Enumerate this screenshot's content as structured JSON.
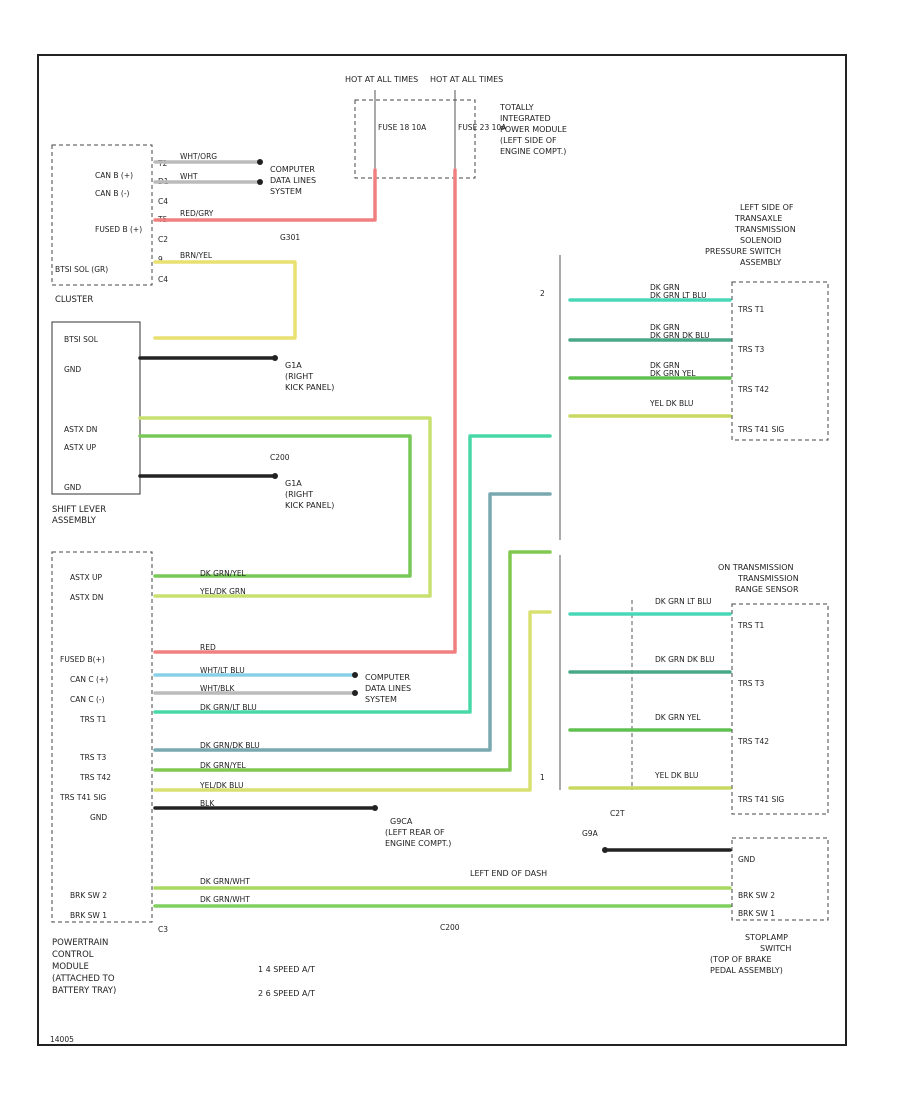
{
  "colors": {
    "red": "#f08080",
    "yellow": "#e8e070",
    "lime": "#a8d848",
    "green": "#58c058",
    "teal": "#48c8a8",
    "light_blue": "#88d0e8",
    "gray_blue": "#78a8b0",
    "black": "#222222"
  },
  "power": {
    "hot1": "HOT AT ALL TIMES",
    "hot2": "HOT AT ALL TIMES",
    "fuse1": "FUSE 18 10A",
    "fuse2": "FUSE 23 10A",
    "tipm": "TOTALLY INTEGRATED POWER MODULE (LEFT SIDE OF ENGINE COMPT.)"
  },
  "cluster": {
    "name": "CLUSTER",
    "sub": "BTSI SOL (GR)",
    "pins": [
      "CAN B (+)",
      "CAN B (-)",
      "FUSED B (+)"
    ],
    "wire_labels": [
      "WHT/ORG",
      "WHT",
      "RED/GRY",
      "BRN/YEL"
    ],
    "computer_data": "COMPUTER DATA LINES SYSTEM"
  },
  "shift_lever": {
    "name": "SHIFT LEVER ASSEMBLY",
    "pins": [
      "BTSI SOL",
      "GND",
      "ASTX DN",
      "ASTX UP",
      "GND"
    ],
    "g1": "G1A (RIGHT KICK PANEL)",
    "g2": "G1A (RIGHT KICK PANEL)"
  },
  "pressure_switch": {
    "name": "LEFT SIDE OF TRANSAXLE TRANSMISSION SOLENOID PRESSURE SWITCH ASSEMBLY",
    "pins": [
      "TRS T1",
      "TRS T3",
      "TRS T42",
      "TRS T41 SIG"
    ],
    "wires": [
      "DK GRN LT BLU",
      "DK GRN DK BLU",
      "DK GRN YEL",
      "YEL DK BLU"
    ]
  },
  "range_sensor": {
    "name": "ON TRANSMISSION TRANSMISSION RANGE SENSOR",
    "pins": [
      "TRS T1",
      "TRS T3",
      "TRS T42",
      "TRS T41 SIG"
    ],
    "wires": [
      "DK GRN LT BLU",
      "DK GRN DK BLU",
      "DK GRN YEL",
      "YEL DK BLU"
    ]
  },
  "pcm": {
    "name": "POWERTRAIN CONTROL MODULE (ATTACHED TO BATTERY TRAY)",
    "pins": [
      "ASTX UP",
      "ASTX DN",
      "FUSED B(+)",
      "CAN C (+)",
      "CAN C (-)",
      "TRS T1",
      "TRS T3",
      "TRS T42",
      "TRS T41 SIG",
      "GND",
      "BRK SW 2",
      "BRK SW 1"
    ],
    "wires": [
      "DK GRN/YEL",
      "YEL/DK GRN",
      "RED",
      "WHT/LT BLU",
      "WHT/BLK",
      "DK GRN/LT BLU",
      "DK GRN/DK BLU",
      "DK GRN/YEL",
      "YEL/DK BLU",
      "BLK",
      "DK GRN/WHT",
      "DK GRN/WHT"
    ],
    "ground": "G9CA (LEFT REAR OF ENGINE COMPT.)",
    "computer_data": "COMPUTER DATA LINES SYSTEM"
  },
  "stoplamp": {
    "name": "STOPLAMP SWITCH (TOP OF BRAKE PEDAL ASSEMBLY)",
    "pins": [
      "GND",
      "BRK SW 2",
      "BRK SW 1"
    ],
    "location": "LEFT END OF DASH"
  },
  "notes": {
    "n1": "1  4 SPEED A/T",
    "n2": "2  6 SPEED A/T"
  }
}
